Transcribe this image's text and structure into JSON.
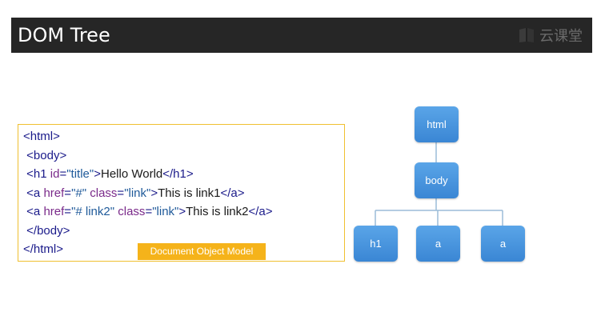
{
  "slide": {
    "title": "DOM Tree",
    "brand": {
      "icon": "book-icon",
      "text": "云课堂",
      "color": "#6a6a6a"
    },
    "colors": {
      "title_bar": "#262626",
      "code_border": "#f0c030",
      "label_bg": "#f5b31a",
      "node_fill": "#3a86d4",
      "connector": "#9bbcd8"
    }
  },
  "code": {
    "lines": [
      [
        {
          "t": "tag",
          "v": "<html>"
        }
      ],
      [
        {
          "t": "tag",
          "v": " <body>"
        }
      ],
      [
        {
          "t": "tag",
          "v": " <h1 "
        },
        {
          "t": "attr",
          "v": "id"
        },
        {
          "t": "tag",
          "v": "="
        },
        {
          "t": "val",
          "v": "\"title\""
        },
        {
          "t": "tag",
          "v": ">"
        },
        {
          "t": "text",
          "v": "Hello World"
        },
        {
          "t": "tag",
          "v": "</h1>"
        }
      ],
      [
        {
          "t": "tag",
          "v": " <a "
        },
        {
          "t": "attr",
          "v": "href"
        },
        {
          "t": "tag",
          "v": "="
        },
        {
          "t": "val",
          "v": "\"#\""
        },
        {
          "t": "tag",
          "v": " "
        },
        {
          "t": "attr",
          "v": "class"
        },
        {
          "t": "tag",
          "v": "="
        },
        {
          "t": "val",
          "v": "\"link\""
        },
        {
          "t": "tag",
          "v": ">"
        },
        {
          "t": "text",
          "v": "This is link1"
        },
        {
          "t": "tag",
          "v": "</a>"
        }
      ],
      [
        {
          "t": "tag",
          "v": " <a "
        },
        {
          "t": "attr",
          "v": "href"
        },
        {
          "t": "tag",
          "v": "="
        },
        {
          "t": "val",
          "v": "\"# link2\""
        },
        {
          "t": "tag",
          "v": " "
        },
        {
          "t": "attr",
          "v": "class"
        },
        {
          "t": "tag",
          "v": "="
        },
        {
          "t": "val",
          "v": "\"link\""
        },
        {
          "t": "tag",
          "v": ">"
        },
        {
          "t": "text",
          "v": "This is link2"
        },
        {
          "t": "tag",
          "v": "</a>"
        }
      ],
      [
        {
          "t": "tag",
          "v": " </body>"
        }
      ],
      [
        {
          "t": "tag",
          "v": "</html>"
        }
      ]
    ],
    "label": "Document Object Model"
  },
  "tree": {
    "root": "html",
    "body": "body",
    "children": [
      "h1",
      "a",
      "a"
    ]
  }
}
